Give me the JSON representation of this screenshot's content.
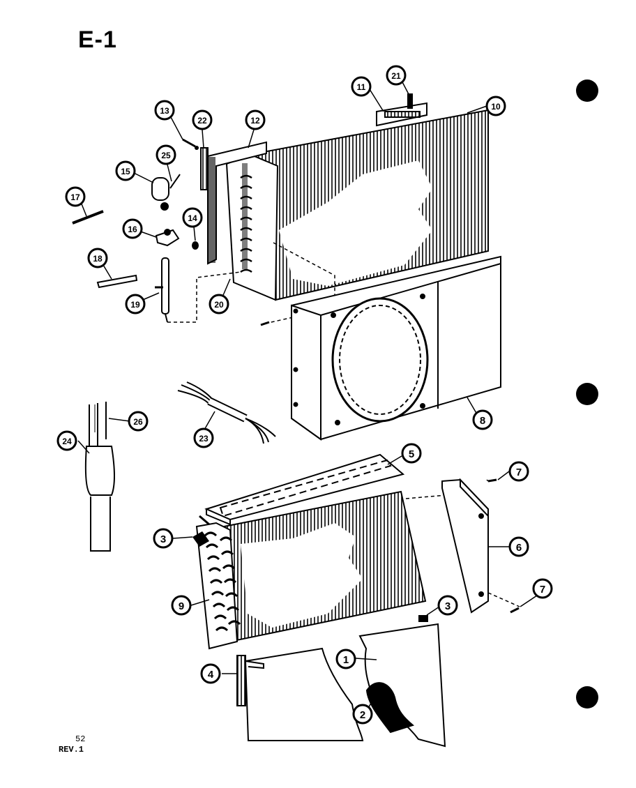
{
  "title": "E-1",
  "footer": {
    "page": "52",
    "revision": "REV.1"
  },
  "callouts": {
    "c1": "1",
    "c2": "2",
    "c3a": "3",
    "c3b": "3",
    "c4": "4",
    "c5": "5",
    "c6": "6",
    "c7a": "7",
    "c7b": "7",
    "c8": "8",
    "c9": "9",
    "c10": "10",
    "c11": "11",
    "c12": "12",
    "c13": "13",
    "c14": "14",
    "c15": "15",
    "c16": "16",
    "c17": "17",
    "c18": "18",
    "c19": "19",
    "c20": "20",
    "c21": "21",
    "c22": "22",
    "c23": "23",
    "c24": "24",
    "c25": "25",
    "c26": "26"
  },
  "colors": {
    "ink": "#000000",
    "paper": "#ffffff"
  }
}
